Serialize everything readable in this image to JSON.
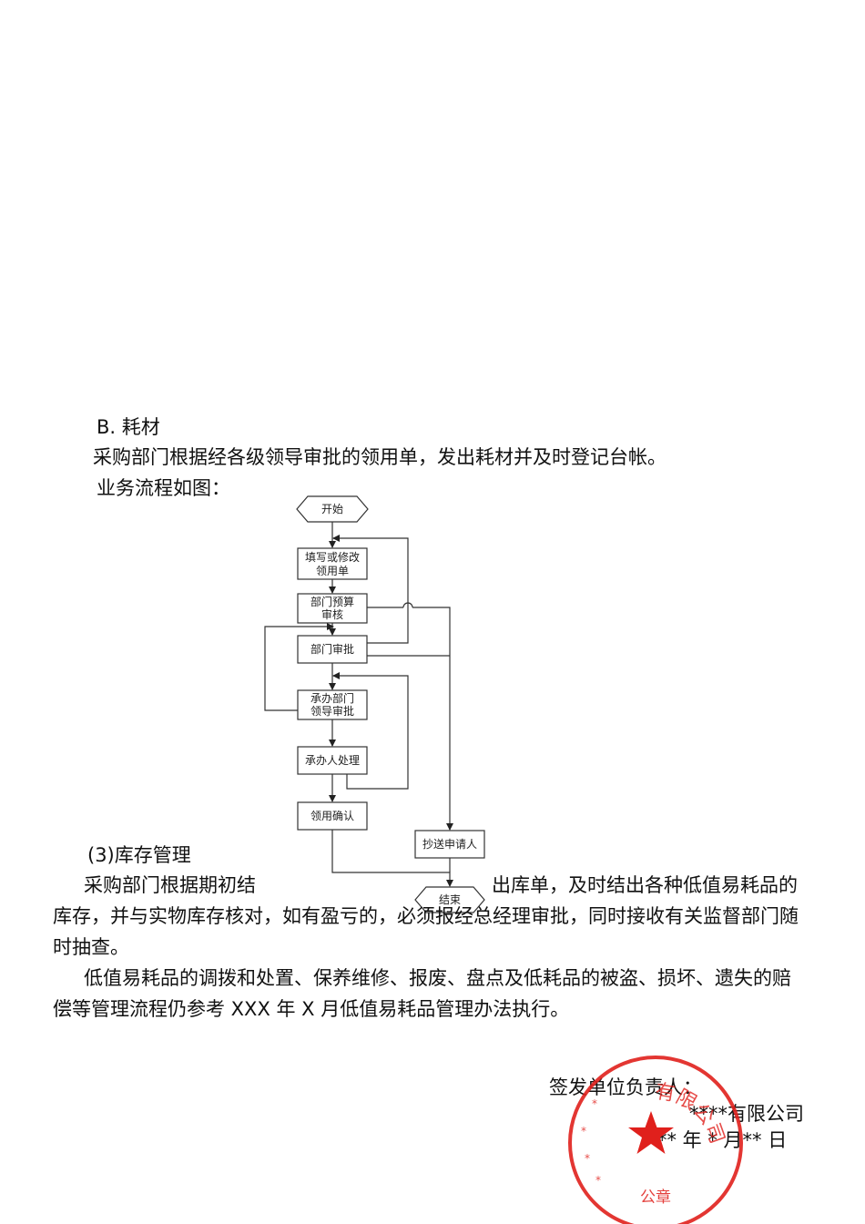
{
  "section_b": {
    "heading": "B. 耗材",
    "line1": "采购部门根据经各级领导审批的领用单，发出耗材并及时登记台帐。",
    "line2": "业务流程如图："
  },
  "flowchart": {
    "start": "开始",
    "fill_form_1": "填写或修改",
    "fill_form_2": "领用单",
    "budget_1": "部门预算",
    "budget_2": "审核",
    "dept_approve": "部门审批",
    "leader_1": "承办部门",
    "leader_2": "领导审批",
    "handler": "承办人处理",
    "confirm": "领用确认",
    "cc_applicant": "抄送申请人",
    "end": "结束"
  },
  "section3": {
    "heading": "(3)库存管理",
    "p1_line1_a": "采购部门根据期初结",
    "p1_line1_b": "出库单，及时结出各种低值易耗品的",
    "p1_line2": "库存，并与实物库存核对，如有盈亏的，必须报经总经理审批，同时接收有关监督部门随",
    "p1_line3": "时抽查。",
    "p2_line1": "低值易耗品的调拨和处置、保养维修、报废、盘点及低耗品的被盗、损坏、遗失的赔",
    "p2_line2": "偿等管理流程仍参考 XXX 年 X 月低值易耗品管理办法执行。"
  },
  "signature": {
    "label": "签发单位负责人：",
    "company": "****有限公司",
    "date": "** 年 * 月** 日"
  },
  "seal": {
    "top_text": "有限公司",
    "bottom_text": "公章",
    "color": "#e0201c"
  }
}
